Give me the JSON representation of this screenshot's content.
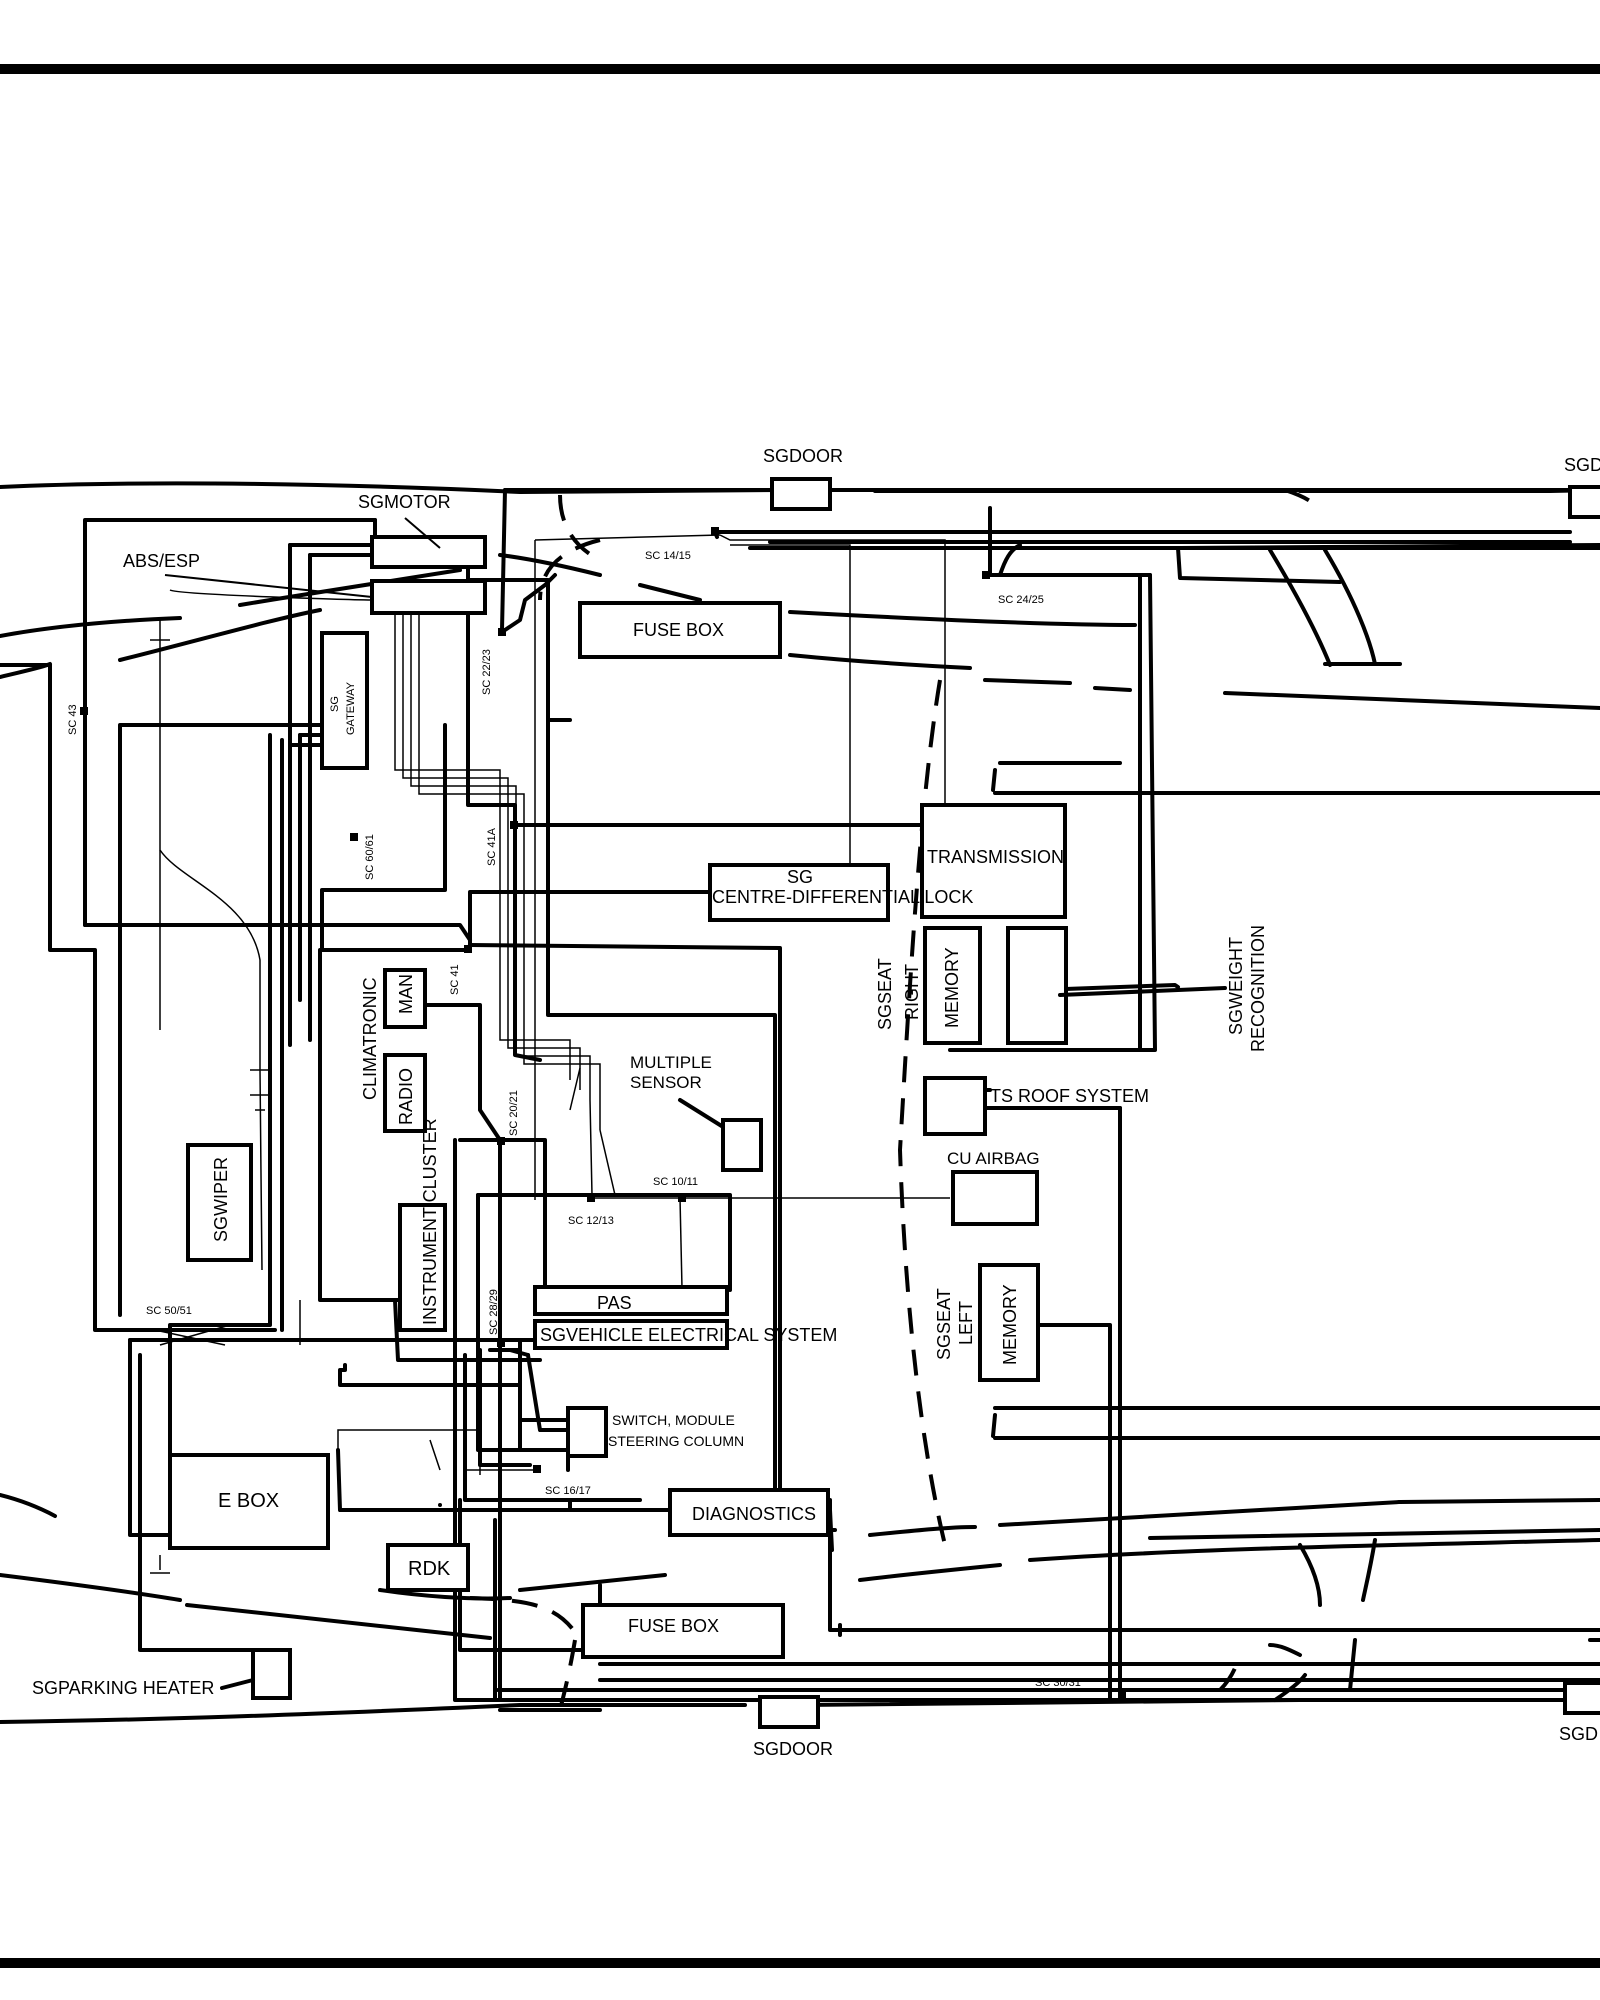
{
  "labels": {
    "sg_door_top": "SGDOOR",
    "sg_door_top_right": "SGD",
    "sg_motor": "SGMOTOR",
    "abs_esp": "ABS/ESP",
    "fuse_box_top": "FUSE BOX",
    "sc_14_15": "SC 14/15",
    "sc_24_25": "SC 24/25",
    "sc_22_23": "SC 22/23",
    "sc_43": "SC 43",
    "sg_gateway_1": "SG",
    "sg_gateway_2": "GATEWAY",
    "sc_60_61": "SC 60/61",
    "sc_41a": "SC 41A",
    "transmission": "TRANSMISSION",
    "sg_cdl_1": "SG",
    "sg_cdl_2": "CENTRE-DIFFERENTIAL LOCK",
    "sc_41": "SC 41",
    "climatronic": "CLIMATRONIC",
    "man": "MAN",
    "radio": "RADIO",
    "instrument_cluster": "INSTRUMENT CLUSTER",
    "sc_20_21": "SC 20/21",
    "multiple_sensor_1": "MULTIPLE",
    "multiple_sensor_2": "SENSOR",
    "sgseat_right_1": "SGSEAT",
    "sgseat_right_2": "RIGHT",
    "memory_right": "MEMORY",
    "sgweight_1": "SGWEIGHT",
    "sgweight_2": "RECOGNITION",
    "ts_roof_system": "TS ROOF SYSTEM",
    "cu_airbag": "CU AIRBAG",
    "sc_10_11": "SC 10/11",
    "sc_12_13": "SC 12/13",
    "sg_wiper": "SGWIPER",
    "sc_50_51": "SC 50/51",
    "sc_28_29": "SC 28/29",
    "pas": "PAS",
    "sg_vehicle_electrical": "SGVEHICLE ELECTRICAL SYSTEM",
    "sgseat_left_1": "SGSEAT",
    "sgseat_left_2": "LEFT",
    "memory_left": "MEMORY",
    "switch_module_1": "SWITCH, MODULE",
    "switch_module_2": "STEERING COLUMN",
    "e_box": "E BOX",
    "sc_16_17": "SC 16/17",
    "diagnostics": "DIAGNOSTICS",
    "rdk": "RDK",
    "fuse_box_bottom": "FUSE BOX",
    "sg_parking_heater": "SGPARKING HEATER",
    "sc_30_31": "SC 30/31",
    "sg_door_bottom": "SGDOOR",
    "sg_door_bottom_right": "SGD"
  }
}
